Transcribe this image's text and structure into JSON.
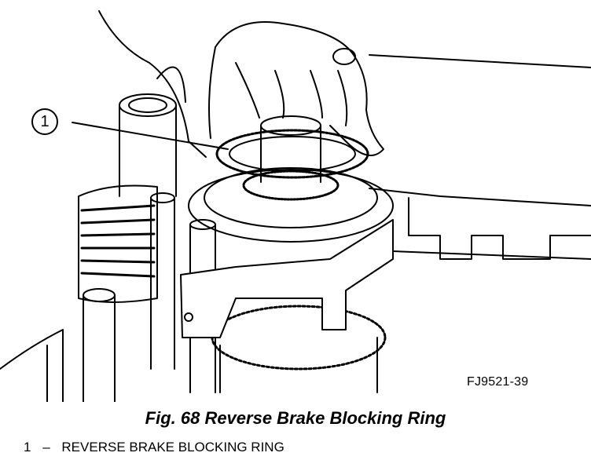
{
  "figure": {
    "callout_number": "1",
    "figure_id": "FJ9521-39",
    "caption": "Fig. 68 Reverse Brake Blocking Ring"
  },
  "legend": [
    {
      "number": "1",
      "separator": "–",
      "label": "REVERSE BRAKE BLOCKING RING"
    }
  ],
  "colors": {
    "ink": "#000000",
    "paper": "#ffffff"
  }
}
